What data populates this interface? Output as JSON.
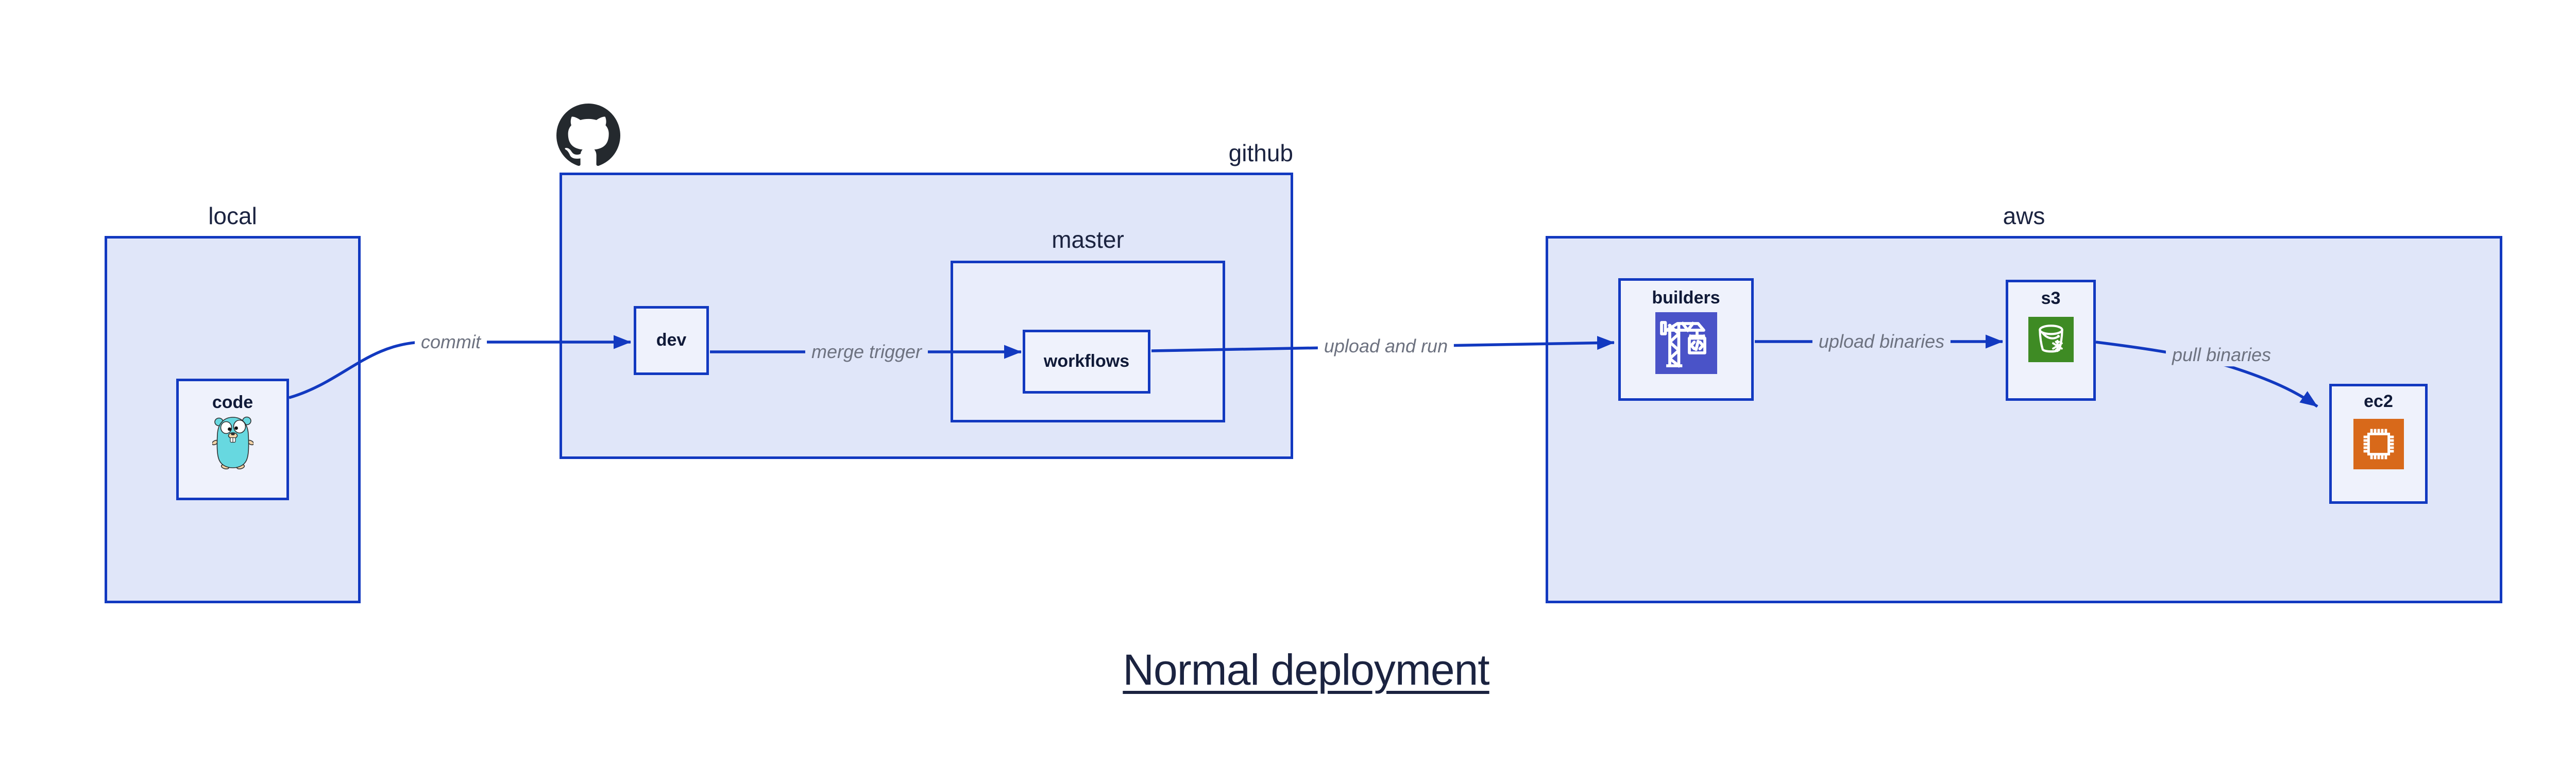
{
  "title": "Normal deployment",
  "containers": {
    "local": {
      "label": "local"
    },
    "github": {
      "label": "github"
    },
    "master": {
      "label": "master"
    },
    "aws": {
      "label": "aws"
    }
  },
  "nodes": {
    "code": {
      "label": "code",
      "icon": "go-gopher-icon"
    },
    "dev": {
      "label": "dev"
    },
    "workflows": {
      "label": "workflows"
    },
    "builders": {
      "label": "builders",
      "icon": "aws-codebuild-crane-icon"
    },
    "s3": {
      "label": "s3",
      "icon": "aws-s3-bucket-icon"
    },
    "ec2": {
      "label": "ec2",
      "icon": "aws-ec2-chip-icon"
    }
  },
  "edges": {
    "commit": {
      "label": "commit"
    },
    "merge_trigger": {
      "label": "merge trigger"
    },
    "upload_and_run": {
      "label": "upload and run"
    },
    "upload_binaries": {
      "label": "upload binaries"
    },
    "pull_binaries": {
      "label": "pull binaries"
    }
  },
  "logos": {
    "github": "github-octocat-logo"
  },
  "colors": {
    "border_and_arrow_blue": "#1239c0",
    "container_fill": "#e0e6f9",
    "master_fill": "#e9edfb",
    "node_fill": "#eff2fc",
    "container_label_navy": "#1b2340",
    "node_label_navy": "#101a38",
    "edge_label_gray": "#6d7280",
    "title_navy": "#1b2340",
    "codebuild_indigo": "#4a53c8",
    "s3_green": "#3e8b24",
    "ec2_orange": "#d8691a",
    "gopher_teal": "#67d8e0",
    "gopher_tan": "#f2d2a6",
    "octocat_black": "#24292e",
    "background": "#ffffff"
  }
}
